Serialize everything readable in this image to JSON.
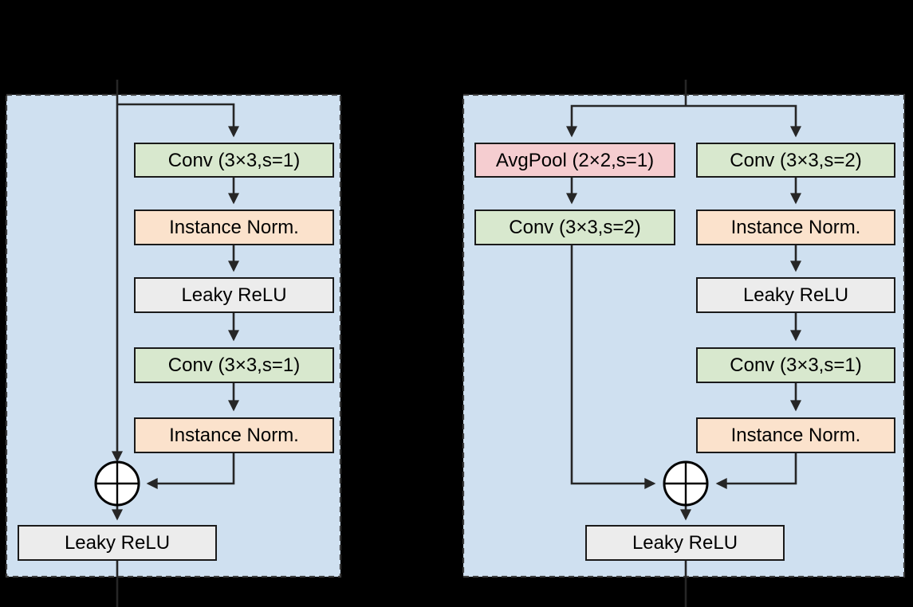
{
  "figure": {
    "title": "Residual block diagrams",
    "background_color": "#000000",
    "panel_fill": "#cfe0f0",
    "panel_border": "#3a3a3a",
    "colors": {
      "conv": "#d8e8ce",
      "norm": "#fbe2cc",
      "pool": "#f5cdd0",
      "activation": "#ececec",
      "edge": "#262626"
    }
  },
  "panels": [
    {
      "id": "identity-block",
      "name": "identity-residual-block",
      "nodes": [
        {
          "id": "l-conv1",
          "label": "Conv (3×3,s=1)",
          "type": "conv",
          "icon": "conv-block-icon"
        },
        {
          "id": "l-norm1",
          "label": "Instance Norm.",
          "type": "norm",
          "icon": "norm-block-icon"
        },
        {
          "id": "l-act1",
          "label": "Leaky ReLU",
          "type": "activation",
          "icon": "activation-block-icon"
        },
        {
          "id": "l-conv2",
          "label": "Conv (3×3,s=1)",
          "type": "conv",
          "icon": "conv-block-icon"
        },
        {
          "id": "l-norm2",
          "label": "Instance Norm.",
          "type": "norm",
          "icon": "norm-block-icon"
        },
        {
          "id": "l-sum",
          "label": "⊕",
          "type": "sum",
          "icon": "sum-operator-icon"
        },
        {
          "id": "l-act2",
          "label": "Leaky ReLU",
          "type": "activation",
          "icon": "activation-block-icon"
        }
      ],
      "edges": [
        {
          "from": "input",
          "to": "l-sum",
          "kind": "skip-connection"
        },
        {
          "from": "input",
          "to": "l-conv1",
          "kind": "branch"
        },
        {
          "from": "l-conv1",
          "to": "l-norm1",
          "kind": "straight"
        },
        {
          "from": "l-norm1",
          "to": "l-act1",
          "kind": "straight"
        },
        {
          "from": "l-act1",
          "to": "l-conv2",
          "kind": "straight"
        },
        {
          "from": "l-conv2",
          "to": "l-norm2",
          "kind": "straight"
        },
        {
          "from": "l-norm2",
          "to": "l-sum",
          "kind": "elbow"
        },
        {
          "from": "l-sum",
          "to": "l-act2",
          "kind": "straight"
        },
        {
          "from": "l-act2",
          "to": "output",
          "kind": "straight"
        }
      ]
    },
    {
      "id": "downsample-block",
      "name": "downsampling-residual-block",
      "nodes": [
        {
          "id": "r-pool",
          "label": "AvgPool (2×2,s=1)",
          "type": "pool",
          "icon": "avgpool-block-icon"
        },
        {
          "id": "r-convs",
          "label": "Conv (3×3,s=2)",
          "type": "conv",
          "icon": "conv-block-icon"
        },
        {
          "id": "r-conv1",
          "label": "Conv (3×3,s=2)",
          "type": "conv",
          "icon": "conv-block-icon"
        },
        {
          "id": "r-norm1",
          "label": "Instance Norm.",
          "type": "norm",
          "icon": "norm-block-icon"
        },
        {
          "id": "r-act1",
          "label": "Leaky ReLU",
          "type": "activation",
          "icon": "activation-block-icon"
        },
        {
          "id": "r-conv2",
          "label": "Conv (3×3,s=1)",
          "type": "conv",
          "icon": "conv-block-icon"
        },
        {
          "id": "r-norm2",
          "label": "Instance Norm.",
          "type": "norm",
          "icon": "norm-block-icon"
        },
        {
          "id": "r-sum",
          "label": "⊕",
          "type": "sum",
          "icon": "sum-operator-icon"
        },
        {
          "id": "r-act2",
          "label": "Leaky ReLU",
          "type": "activation",
          "icon": "activation-block-icon"
        }
      ],
      "edges": [
        {
          "from": "input",
          "to": "r-pool",
          "kind": "branch-left"
        },
        {
          "from": "input",
          "to": "r-conv1",
          "kind": "branch-right"
        },
        {
          "from": "r-pool",
          "to": "r-convs",
          "kind": "straight"
        },
        {
          "from": "r-convs",
          "to": "r-sum",
          "kind": "elbow"
        },
        {
          "from": "r-conv1",
          "to": "r-norm1",
          "kind": "straight"
        },
        {
          "from": "r-norm1",
          "to": "r-act1",
          "kind": "straight"
        },
        {
          "from": "r-act1",
          "to": "r-conv2",
          "kind": "straight"
        },
        {
          "from": "r-conv2",
          "to": "r-norm2",
          "kind": "straight"
        },
        {
          "from": "r-norm2",
          "to": "r-sum",
          "kind": "elbow"
        },
        {
          "from": "r-sum",
          "to": "r-act2",
          "kind": "straight"
        },
        {
          "from": "r-act2",
          "to": "output",
          "kind": "straight"
        }
      ]
    }
  ],
  "labels": {
    "left": {
      "conv1": "Conv (3×3,s=1)",
      "norm1": "Instance Norm.",
      "act1": "Leaky ReLU",
      "conv2": "Conv (3×3,s=1)",
      "norm2": "Instance Norm.",
      "act2": "Leaky ReLU"
    },
    "right": {
      "pool": "AvgPool (2×2,s=1)",
      "pool_conv": "Conv (3×3,s=2)",
      "conv1": "Conv (3×3,s=2)",
      "norm1": "Instance Norm.",
      "act1": "Leaky ReLU",
      "conv2": "Conv (3×3,s=1)",
      "norm2": "Instance Norm.",
      "act2": "Leaky ReLU"
    }
  }
}
